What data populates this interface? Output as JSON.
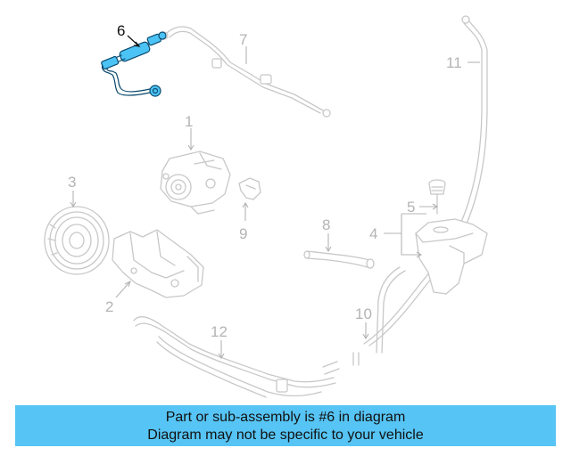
{
  "callouts": {
    "n1": "1",
    "n2": "2",
    "n3": "3",
    "n4": "4",
    "n5": "5",
    "n6": "6",
    "n7": "7",
    "n8": "8",
    "n9": "9",
    "n10": "10",
    "n11": "11",
    "n12": "12"
  },
  "highlighted_part": "6",
  "colors": {
    "highlight": "#4cc3f5",
    "banner": "#56c4f4",
    "line_art": "#c8c8c8"
  },
  "banner": {
    "line1": "Part or sub-assembly is #6 in diagram",
    "line2": "Diagram may not be specific to your vehicle"
  }
}
